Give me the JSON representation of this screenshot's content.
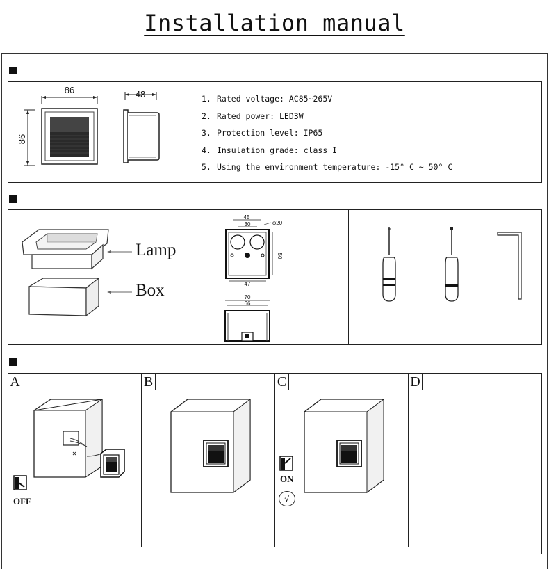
{
  "title": "Installation manual",
  "dimensions": {
    "front_width": "86",
    "front_height": "86",
    "depth": "48"
  },
  "specs": [
    {
      "num": "1.",
      "text": "Rated voltage: AC85~265V"
    },
    {
      "num": "2.",
      "text": "Rated power: LED3W"
    },
    {
      "num": "3.",
      "text": "Protection level: IP65"
    },
    {
      "num": "4.",
      "text": "Insulation grade: class I"
    },
    {
      "num": "5.",
      "text": "Using the environment temperature: -15° C ~ 50° C"
    }
  ],
  "parts": {
    "lamp_label": "Lamp",
    "box_label": "Box"
  },
  "box_dims": {
    "d45": "45",
    "d30": "30",
    "d20": "φ20",
    "d50": "50",
    "d47": "47",
    "d70": "70",
    "d66": "66"
  },
  "tools": [
    "phillips-screwdriver",
    "flat-screwdriver",
    "hex-key"
  ],
  "steps": [
    {
      "letter": "A",
      "switch_label": "OFF"
    },
    {
      "letter": "B"
    },
    {
      "letter": "C",
      "switch_label": "ON",
      "check": "√"
    },
    {
      "letter": "D"
    }
  ]
}
